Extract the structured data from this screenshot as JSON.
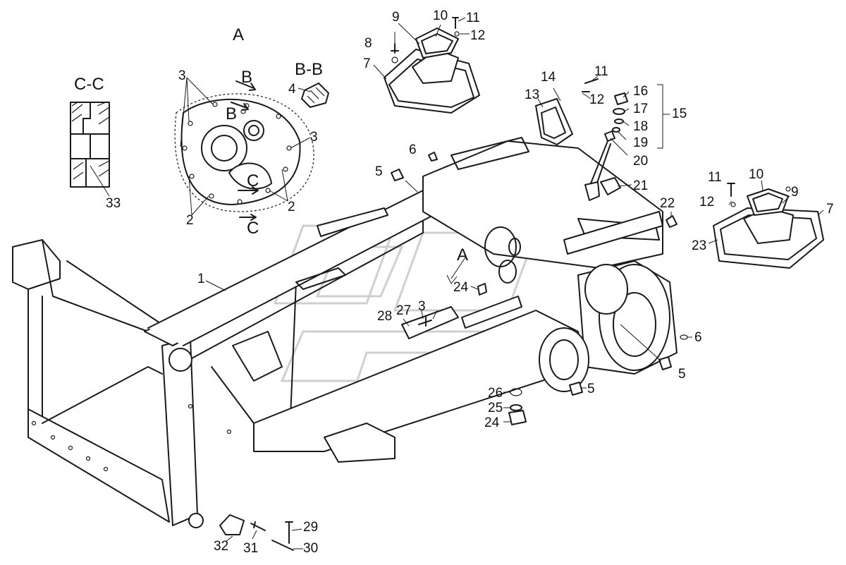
{
  "section_labels": {
    "view_a": "A",
    "section_bb": "B-B",
    "section_cc": "C-C",
    "arrow_b_upper": "B",
    "arrow_b_lower": "B",
    "arrow_c_upper": "C",
    "arrow_c_lower": "C",
    "arrow_a_frame": "A"
  },
  "callouts": [
    {
      "id": "c-9-top",
      "label": "9"
    },
    {
      "id": "c-10-top",
      "label": "10"
    },
    {
      "id": "c-11-top",
      "label": "11"
    },
    {
      "id": "c-12-top",
      "label": "12"
    },
    {
      "id": "c-8",
      "label": "8"
    },
    {
      "id": "c-7-top",
      "label": "7"
    },
    {
      "id": "c-3-a1",
      "label": "3"
    },
    {
      "id": "c-3-a2",
      "label": "3"
    },
    {
      "id": "c-4",
      "label": "4"
    },
    {
      "id": "c-2-a1",
      "label": "2"
    },
    {
      "id": "c-2-a2",
      "label": "2"
    },
    {
      "id": "c-33",
      "label": "33"
    },
    {
      "id": "c-11-mid",
      "label": "11"
    },
    {
      "id": "c-12-mid",
      "label": "12"
    },
    {
      "id": "c-14",
      "label": "14"
    },
    {
      "id": "c-13",
      "label": "13"
    },
    {
      "id": "c-16",
      "label": "16"
    },
    {
      "id": "c-17",
      "label": "17"
    },
    {
      "id": "c-18",
      "label": "18"
    },
    {
      "id": "c-19",
      "label": "19"
    },
    {
      "id": "c-15",
      "label": "15"
    },
    {
      "id": "c-20",
      "label": "20"
    },
    {
      "id": "c-21",
      "label": "21"
    },
    {
      "id": "c-6-top",
      "label": "6"
    },
    {
      "id": "c-5-top",
      "label": "5"
    },
    {
      "id": "c-11-right",
      "label": "11"
    },
    {
      "id": "c-10-right",
      "label": "10"
    },
    {
      "id": "c-12-right",
      "label": "12"
    },
    {
      "id": "c-9-right",
      "label": "9"
    },
    {
      "id": "c-7-right",
      "label": "7"
    },
    {
      "id": "c-22",
      "label": "22"
    },
    {
      "id": "c-23",
      "label": "23"
    },
    {
      "id": "c-1",
      "label": "1"
    },
    {
      "id": "c-24-mid",
      "label": "24"
    },
    {
      "id": "c-28",
      "label": "28"
    },
    {
      "id": "c-27",
      "label": "27"
    },
    {
      "id": "c-3-frame",
      "label": "3"
    },
    {
      "id": "c-6-right",
      "label": "6"
    },
    {
      "id": "c-5-right",
      "label": "5"
    },
    {
      "id": "c-5-bottom",
      "label": "5"
    },
    {
      "id": "c-26",
      "label": "26"
    },
    {
      "id": "c-25",
      "label": "25"
    },
    {
      "id": "c-24-bottom",
      "label": "24"
    },
    {
      "id": "c-29",
      "label": "29"
    },
    {
      "id": "c-32",
      "label": "32"
    },
    {
      "id": "c-31",
      "label": "31"
    },
    {
      "id": "c-30",
      "label": "30"
    }
  ]
}
